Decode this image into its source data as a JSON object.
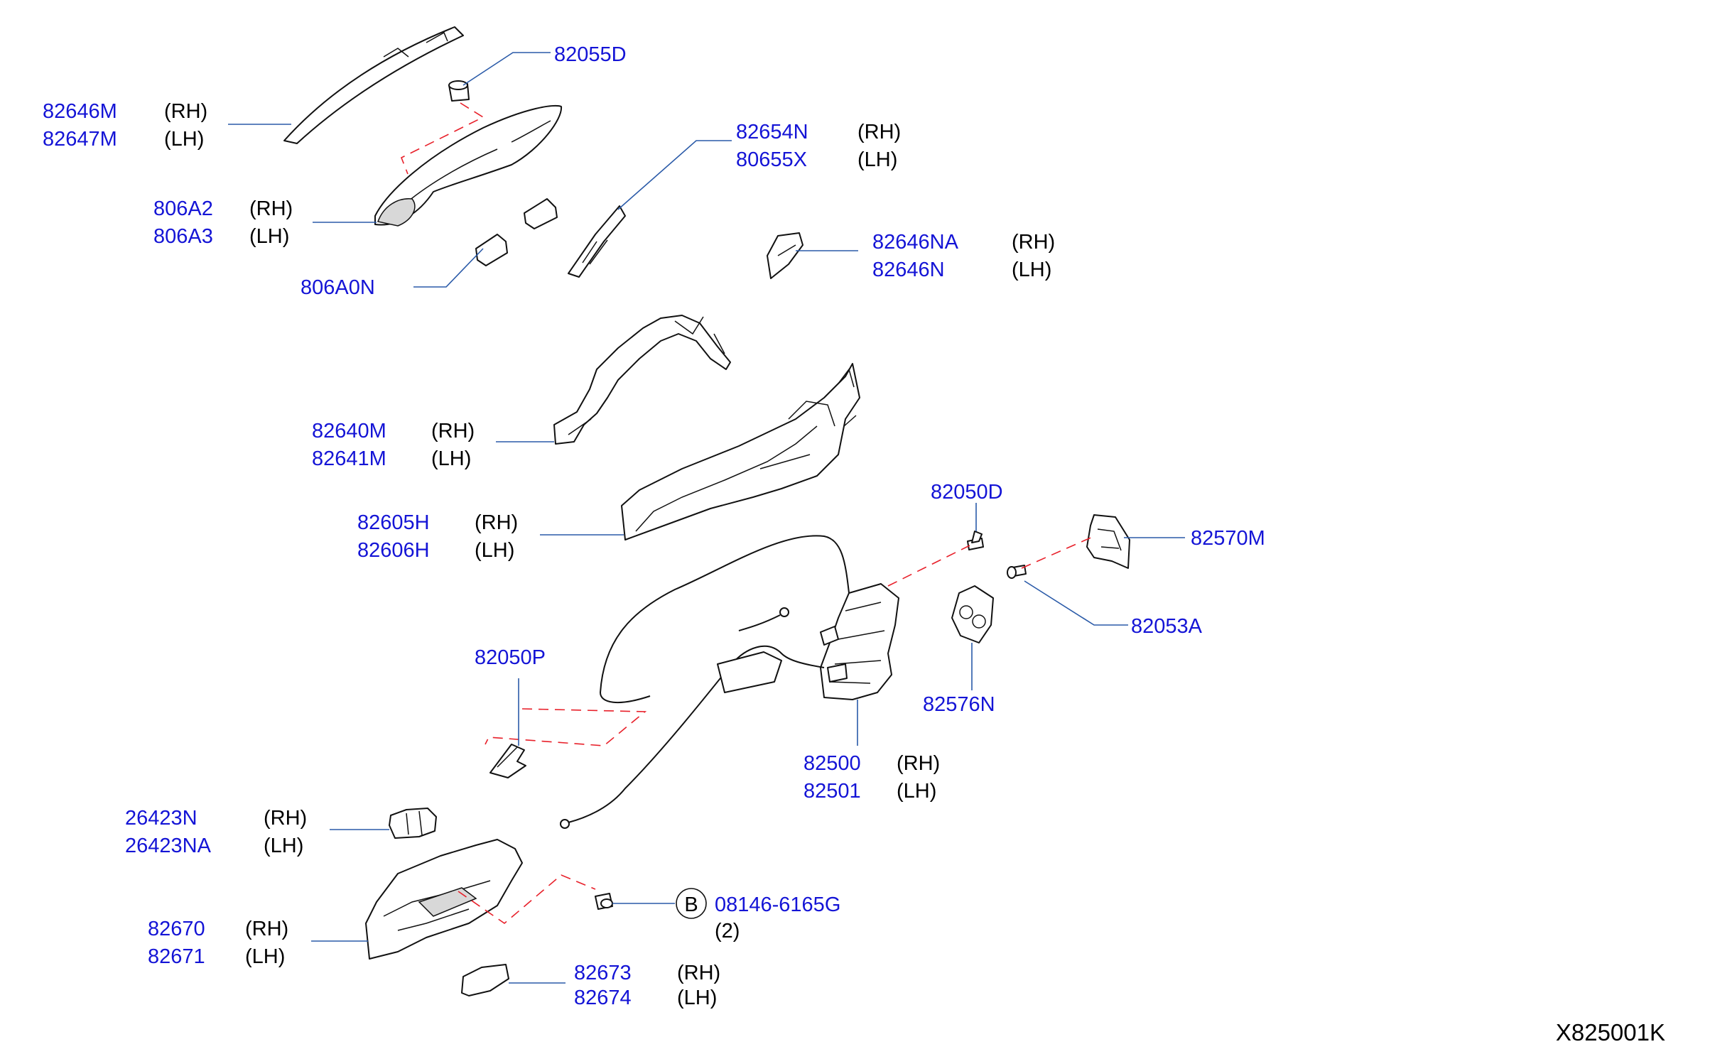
{
  "callouts": {
    "c82646M": {
      "pn1": "82646M",
      "s1": "(RH)",
      "pn2": "82647M",
      "s2": "(LH)"
    },
    "c82055D": {
      "pn1": "82055D"
    },
    "c82654N": {
      "pn1": "82654N",
      "s1": "(RH)",
      "pn2": "80655X",
      "s2": "(LH)"
    },
    "c806A2": {
      "pn1": "806A2",
      "s1": "(RH)",
      "pn2": "806A3",
      "s2": "(LH)"
    },
    "c82646NA": {
      "pn1": "82646NA",
      "s1": "(RH)",
      "pn2": "82646N",
      "s2": "(LH)"
    },
    "c806A0N": {
      "pn1": "806A0N"
    },
    "c82640M": {
      "pn1": "82640M",
      "s1": "(RH)",
      "pn2": "82641M",
      "s2": "(LH)"
    },
    "c82050D": {
      "pn1": "82050D"
    },
    "c82605H": {
      "pn1": "82605H",
      "s1": "(RH)",
      "pn2": "82606H",
      "s2": "(LH)"
    },
    "c82570M": {
      "pn1": "82570M"
    },
    "c82053A": {
      "pn1": "82053A"
    },
    "c82050P": {
      "pn1": "82050P"
    },
    "c82576N": {
      "pn1": "82576N"
    },
    "c82500": {
      "pn1": "82500",
      "s1": "(RH)",
      "pn2": "82501",
      "s2": "(LH)"
    },
    "c26423N": {
      "pn1": "26423N",
      "s1": "(RH)",
      "pn2": "26423NA",
      "s2": "(LH)"
    },
    "c08146": {
      "marker": "B",
      "pn1": "08146-6165G",
      "qty": "(2)"
    },
    "c82670": {
      "pn1": "82670",
      "s1": "(RH)",
      "pn2": "82671",
      "s2": "(LH)"
    },
    "c82673": {
      "pn1": "82673",
      "s1": "(RH)",
      "pn2": "82674",
      "s2": "(LH)"
    }
  },
  "diagram_code": "X825001K",
  "colors": {
    "part_number": "#1414d6",
    "leader": "#2a5aa8",
    "dashed_guide": "#e8202a",
    "outline": "#111111"
  }
}
